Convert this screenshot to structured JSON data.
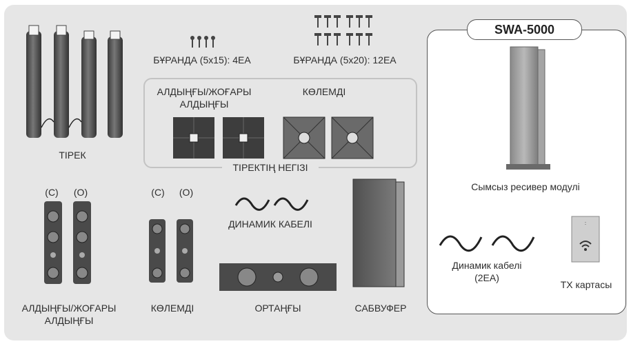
{
  "title": "SWA-5000",
  "labels": {
    "stand": "ТІРЕК",
    "screw_small": "БҰРАНДА (5x15): 4EA",
    "screw_large": "БҰРАНДА (5x20): 12EA",
    "base_front_line1": "АЛДЫҢҒЫ/ЖОҒАРЫ",
    "base_front_line2": "АЛДЫҢҒЫ",
    "base_surround": "КӨЛЕМДІ",
    "stand_base": "ТІРЕКТІҢ НЕГІЗІ",
    "left_front_c": "(С)",
    "left_front_o": "(О)",
    "surround_c": "(С)",
    "surround_o": "(О)",
    "speaker_cable": "ДИНАМИК КАБЕЛІ",
    "front_top_line1": "АЛДЫҢҒЫ/ЖОҒАРЫ",
    "front_top_line2": "АЛДЫҢҒЫ",
    "surround": "КӨЛЕМДІ",
    "center": "ОРТАҢҒЫ",
    "subwoofer": "САБВУФЕР",
    "receiver": "Сымсыз ресивер модулі",
    "cable_2ea_line1": "Динамик кабелі",
    "cable_2ea_line2": "(2EA)",
    "tx_card": "TX картасы"
  },
  "colors": {
    "panel": "#e6e6e6",
    "speaker_dark": "#4a4a4a",
    "speaker_mid": "#6b6b6b",
    "frame": "#c3c3c3"
  }
}
